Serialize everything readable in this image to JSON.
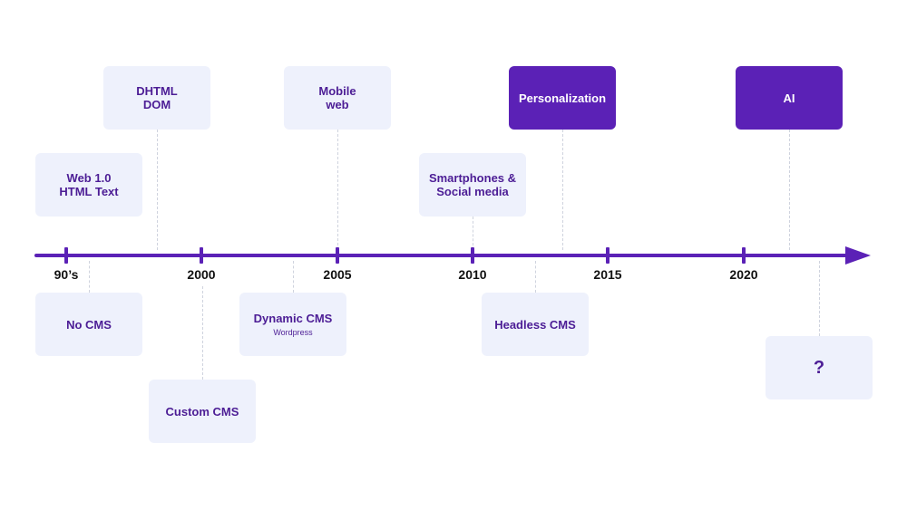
{
  "colors": {
    "axis": "#5b21b6",
    "card_light_bg": "#eef1fc",
    "card_dark_bg": "#5b21b6",
    "card_text": "#4c1d95",
    "card_dark_text": "#ffffff",
    "year_text": "#111111",
    "connector": "#cfd3de"
  },
  "years": [
    {
      "label": "90’s"
    },
    {
      "label": "2000"
    },
    {
      "label": "2005"
    },
    {
      "label": "2010"
    },
    {
      "label": "2015"
    },
    {
      "label": "2020"
    }
  ],
  "above": [
    {
      "text": "Web 1.0\nHTML Text",
      "style": "light"
    },
    {
      "text": "DHTML\nDOM",
      "style": "light"
    },
    {
      "text": "Mobile\nweb",
      "style": "light"
    },
    {
      "text": "Smartphones &\nSocial media",
      "style": "light"
    },
    {
      "text": "Personalization",
      "style": "dark"
    },
    {
      "text": "AI",
      "style": "dark"
    }
  ],
  "below": [
    {
      "text": "No CMS",
      "sub": "",
      "style": "light"
    },
    {
      "text": "Custom CMS",
      "sub": "",
      "style": "light"
    },
    {
      "text": "Dynamic CMS",
      "sub": "Wordpress",
      "style": "light"
    },
    {
      "text": "Headless CMS",
      "sub": "",
      "style": "light"
    },
    {
      "text": "?",
      "sub": "",
      "style": "light"
    }
  ]
}
